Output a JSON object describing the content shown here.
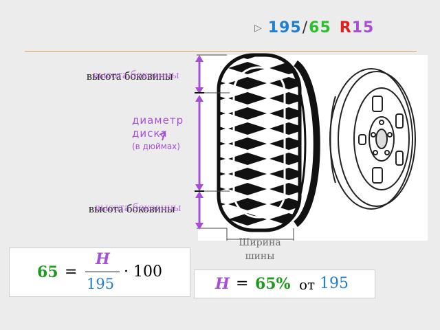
{
  "header": {
    "bullet": "",
    "width": "195",
    "slash": "/",
    "ratio": "65",
    "r_letter": "R",
    "rim": "15",
    "colors": {
      "width": "#1f7fd2",
      "slash": "#333333",
      "ratio": "#2bbf2b",
      "r_letter": "#e0201e",
      "rim": "#a64fd6"
    }
  },
  "diagram": {
    "label_sidewall_top": "высота боковины",
    "label_sidewall_bottom": "высота боковины",
    "label_diameter_line1": "диаметр",
    "label_diameter_line2": "диска",
    "label_diameter_line3": "(в дюймах)",
    "label_width": "Ширина шины",
    "colors": {
      "annotation": "#a64fd6",
      "tire": "#111111"
    }
  },
  "formula1": {
    "lhs": "65",
    "eq": "=",
    "numerator": "H",
    "denominator": "195",
    "times": "·",
    "multiplier": "100",
    "colors": {
      "lhs": "#1e9a1e",
      "numerator": "#a64fd6",
      "denominator": "#1f7fd2",
      "text": "#111111"
    }
  },
  "formula2": {
    "h": "H",
    "eq": "=",
    "percent": "65%",
    "ot": "от",
    "base": "195",
    "colors": {
      "h": "#a64fd6",
      "percent": "#1e9a1e",
      "base": "#1f7fd2",
      "text": "#111111"
    }
  }
}
